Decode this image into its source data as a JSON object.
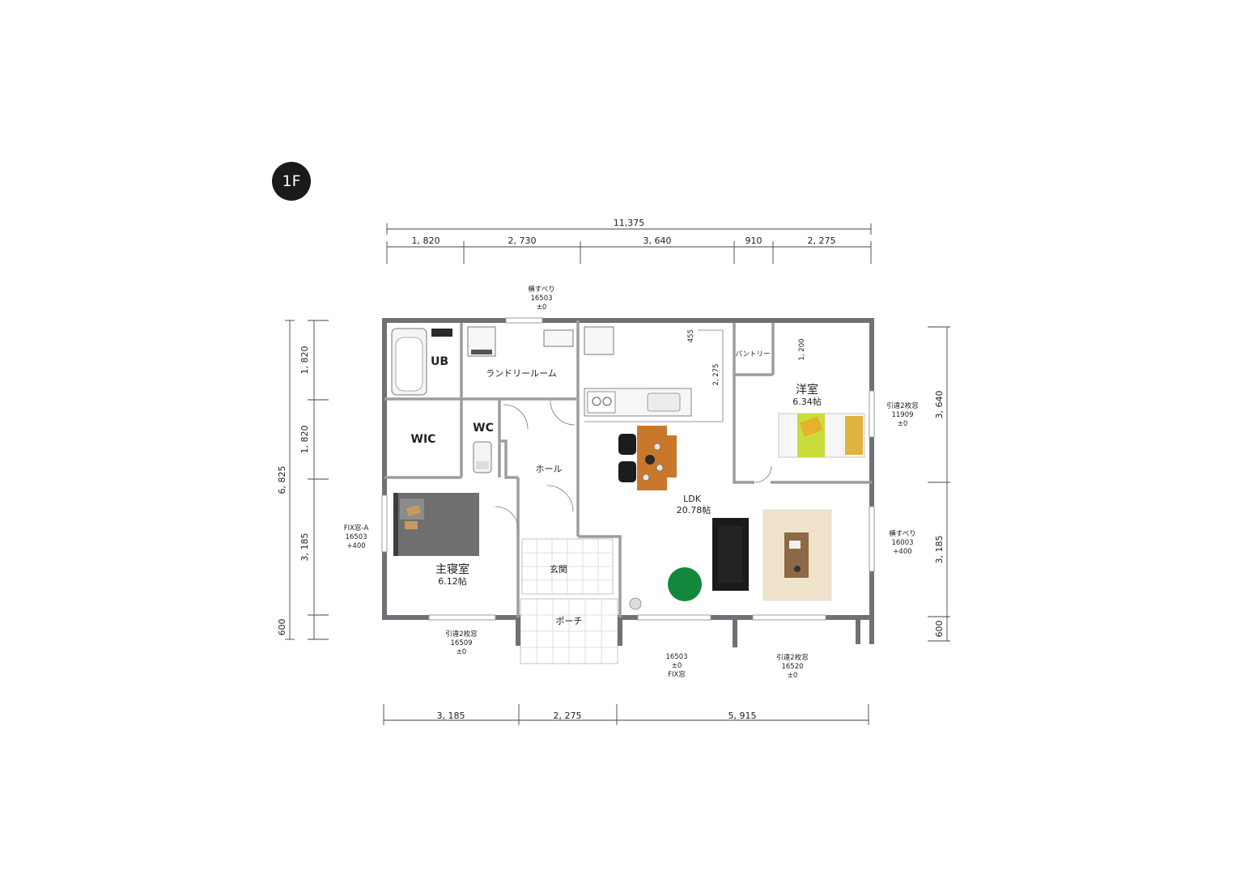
{
  "floor_label": "1F",
  "dimensions": {
    "top_total": "11,375",
    "top_segments": [
      "1, 820",
      "2, 730",
      "3, 640",
      "910",
      "2, 275"
    ],
    "bottom_segments": [
      "3, 185",
      "2, 275",
      "5, 915"
    ],
    "left_total": "6, 825",
    "left_segments": [
      "1, 820",
      "1, 820",
      "3, 185",
      "600"
    ],
    "right_segments": [
      "3, 640",
      "3, 185",
      "600"
    ],
    "inner_kitchen": "2, 275",
    "inner_pantry": "455",
    "inner_room": "1, 200"
  },
  "rooms": {
    "ub": "UB",
    "laundry": "ランドリールーム",
    "wic": "WIC",
    "wc": "WC",
    "hall": "ホール",
    "pantry": "パントリー",
    "western": "洋室",
    "western_area": "6.34帖",
    "ldk": "LDK",
    "ldk_area": "20.78帖",
    "master": "主寝室",
    "master_area": "6.12帖",
    "entrance": "玄関",
    "porch": "ポーチ"
  },
  "windows": {
    "top": [
      "横すべり",
      "16503",
      "±0"
    ],
    "left": [
      "FIX窓-A",
      "16503",
      "+400"
    ],
    "right_upper": [
      "引違2枚窓",
      "11909",
      "±0"
    ],
    "right_lower": [
      "横すべり",
      "16003",
      "+400"
    ],
    "bottom_left": [
      "引違2枚窓",
      "16509",
      "±0"
    ],
    "bottom_mid": [
      "16503",
      "±0",
      "FIX窓"
    ],
    "bottom_right": [
      "引違2枚窓",
      "16520",
      "±0"
    ]
  },
  "colors": {
    "wall": "#6e7277",
    "table": "#c9782b",
    "bed": "#6f6f6f",
    "rug": "#efe3cc",
    "plant": "#14883a",
    "sofa": "#1a1a1a",
    "futon": "#c9dd3a"
  }
}
